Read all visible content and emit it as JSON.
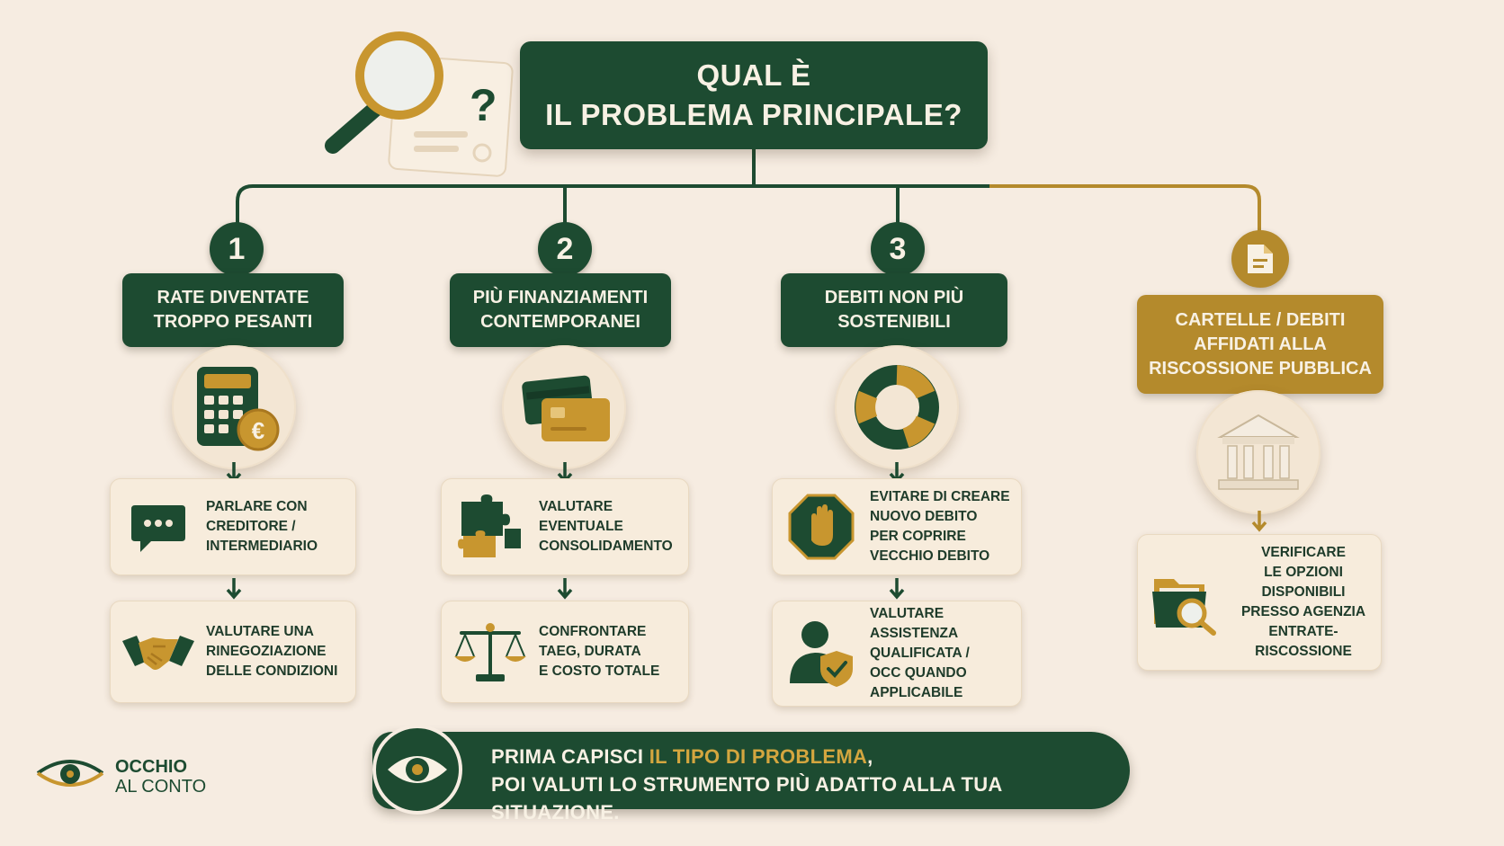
{
  "title": {
    "line1": "QUAL È",
    "line2": "IL PROBLEMA PRINCIPALE?"
  },
  "columns": [
    {
      "badge": "1",
      "category": [
        "RATE DIVENTATE",
        "TROPPO PESANTI"
      ],
      "icon": "calculator-euro-icon",
      "cards": [
        {
          "icon": "chat-bubble-icon",
          "lines": [
            "PARLARE CON",
            "CREDITORE /",
            "INTERMEDIARIO"
          ]
        },
        {
          "icon": "handshake-icon",
          "lines": [
            "VALUTARE UNA",
            "RINEGOZIAZIONE",
            "DELLE CONDIZIONI"
          ]
        }
      ]
    },
    {
      "badge": "2",
      "category": [
        "PIÙ FINANZIAMENTI",
        "CONTEMPORANEI"
      ],
      "icon": "credit-cards-icon",
      "cards": [
        {
          "icon": "puzzle-icon",
          "lines": [
            "VALUTARE",
            "EVENTUALE",
            "CONSOLIDAMENTO"
          ]
        },
        {
          "icon": "scales-icon",
          "lines": [
            "CONFRONTARE",
            "TAEG, DURATA",
            "E COSTO TOTALE"
          ]
        }
      ]
    },
    {
      "badge": "3",
      "category": [
        "DEBITI NON PIÙ",
        "SOSTENIBILI"
      ],
      "icon": "lifebuoy-icon",
      "cards": [
        {
          "icon": "stop-hand-icon",
          "lines": [
            "EVITARE DI CREARE",
            "NUOVO DEBITO",
            "PER COPRIRE",
            "VECCHIO DEBITO"
          ]
        },
        {
          "icon": "person-shield-icon",
          "lines": [
            "VALUTARE",
            "ASSISTENZA",
            "QUALIFICATA /",
            "OCC QUANDO",
            "APPLICABILE"
          ]
        }
      ]
    },
    {
      "badge_icon": "document-icon",
      "category": [
        "CARTELLE / DEBITI",
        "AFFIDATI ALLA",
        "RISCOSSIONE PUBBLICA"
      ],
      "icon": "bank-building-icon",
      "cards": [
        {
          "icon": "folder-search-icon",
          "lines": [
            "VERIFICARE",
            "LE OPZIONI",
            "DISPONIBILI",
            "PRESSO AGENZIA",
            "ENTRATE-RISCOSSIONE"
          ]
        }
      ]
    }
  ],
  "banner": {
    "part1": "PRIMA CAPISCI ",
    "highlight": "IL TIPO DI PROBLEMA",
    "part2": ",",
    "line2": "POI VALUTI LO STRUMENTO PIÙ ADATTO ALLA TUA SITUAZIONE."
  },
  "logo": {
    "line1": "OCCHIO",
    "line2": "AL CONTO"
  },
  "colors": {
    "green": "#1d4b31",
    "gold": "#b48a2c",
    "background": "#f6ece1"
  }
}
